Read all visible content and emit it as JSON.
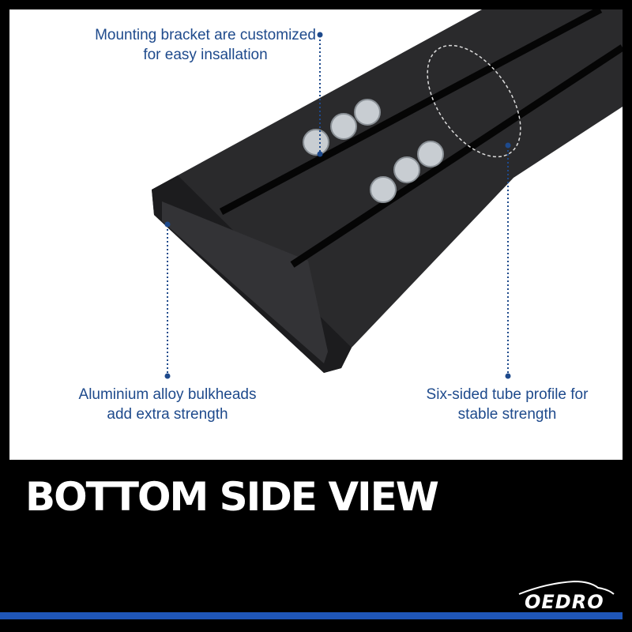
{
  "callouts": {
    "mounting": {
      "line1": "Mounting bracket are customized",
      "line2": "for easy insallation"
    },
    "bulkheads": {
      "line1": "Aluminium alloy bulkheads",
      "line2": "add extra strength"
    },
    "profile": {
      "line1": "Six-sided tube profile for",
      "line2": "stable strength"
    }
  },
  "banner": {
    "title": "BOTTOM SIDE VIEW"
  },
  "brand": {
    "logo": "OEDRO"
  },
  "colors": {
    "accent": "#1e4a8c",
    "stripe": "#1f56b8"
  }
}
